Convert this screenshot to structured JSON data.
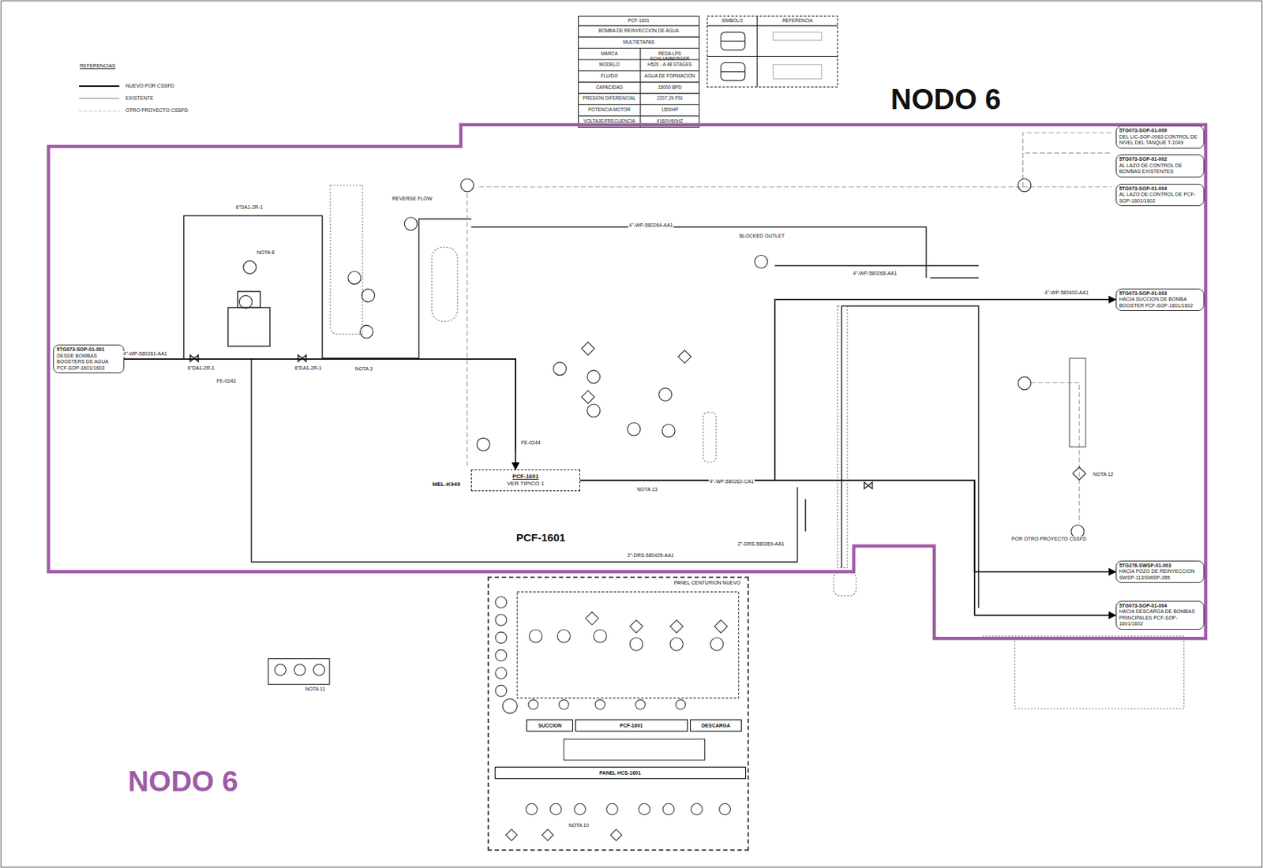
{
  "diagram": {
    "nodes": [
      {
        "text": [
          "5TG073-SOP-01-001",
          "DESDE BOMBAS BOOSTERS DE AGUA PCF-SOP-1601/1603"
        ]
      },
      {
        "text": [
          "PCF-1601",
          "VER TIPICO 1"
        ]
      },
      {
        "text": [
          "5TG073-SOP-01-009",
          "DEL LIC-SOP-0063 CONTROL DE NIVEL DEL TANQUE T-1049"
        ]
      },
      {
        "text": [
          "5TG073-SOP-01-002",
          "AL LAZO DE CONTROL DE BOMBAS EXISTENTES"
        ]
      },
      {
        "text": [
          "5TG073-SOP-01-004",
          "AL LAZO DE CONTROL DE PCF-SOP-1601/1602"
        ]
      },
      {
        "text": [
          "5TG073-SOP-01-003",
          "HACIA SUCCION DE BOMBA BOOSTER PCF-SOP-1601/1602"
        ]
      },
      {
        "text": [
          "5TG276-SWSP-01-003",
          "HACIA POZO DE REINYECCION SWSP-113/SWSP-285"
        ]
      },
      {
        "text": [
          "5TG073-SOP-01-004",
          "HACIA DESCARGA DE BOMBAS PRINCIPALES PCF-SOP-1601/1602"
        ]
      },
      {
        "text": [
          "PANEL CENTURION NUEVO"
        ]
      },
      {
        "text": [
          "SUCCION"
        ],
        "in": 8
      },
      {
        "text": [
          "PCF-1601"
        ],
        "in": 8
      },
      {
        "text": [
          "DESCARGA"
        ],
        "in": 8
      },
      {
        "text": [
          "PANEL HCS-1601"
        ],
        "in": 8
      }
    ],
    "edges": [
      {
        "from": 0,
        "to": 1,
        "arrow": "to"
      },
      {
        "from": 1,
        "to": 6,
        "arrow": "to"
      },
      {
        "from": 1,
        "to": 7,
        "arrow": "to"
      },
      {
        "from": 1,
        "to": 5,
        "arrow": "to"
      }
    ],
    "labels": [
      "REFERENCIAS",
      "PCF-1601",
      "BOMBA DE REINYECCION DE AGUA",
      "MULTIETAPAS",
      "MARCA",
      "REDA LPS SCHLUMBERGER",
      "MODELO",
      "H520 - A 48 STAGES",
      "FLUIDO",
      "AGUA DE FORMACION",
      "CAPACIDAD",
      "15000 BPD",
      "PRESION DIFERENCIAL",
      "2207.29 PSI",
      "POTENCIA MOTOR",
      "1500HP",
      "VOLTAJE/FRECUENCIA",
      "4160V/60HZ",
      "SIMBOLO",
      "REFERENCIA",
      "NODO 6",
      "NODO 6",
      "PCF-1601",
      "MEL-K949",
      "4\"-WP-580261-AA1",
      "6\"DA1-2R-1",
      "6\"DA1-2R-1",
      "6\"DA1-2R-1",
      "NOTA 3",
      "NOTA 8",
      "REVERSE FLOW",
      "BLOCKED OUTLET",
      "4\"-WP-580264-AA1",
      "4\"-WP-580268-AA1",
      "4\"-WP-580400-AA1",
      "4\"-WP-580262-CA1",
      "2\"-DRS-580425-AA1",
      "2\"-DRS-580269-AA1",
      "NOTA 13",
      "NOTA 12",
      "NOTA 11",
      "FE-0244",
      "FE-0243",
      "POR OTRO PROYECTO CSSFD",
      "NOTA 10"
    ],
    "legend": [
      {
        "text": "NUEVO POR CSSFD"
      },
      {
        "text": "EXISTENTE"
      },
      {
        "text": "OTRO PROYECTO CSSFD"
      }
    ]
  }
}
